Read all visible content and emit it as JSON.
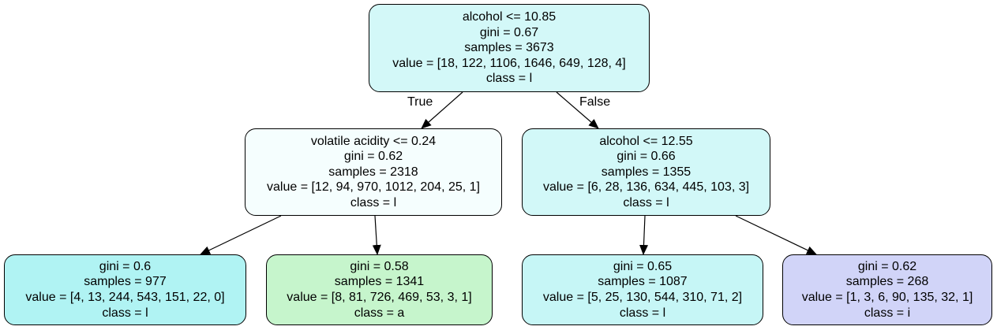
{
  "colors": {
    "node_root": "#d3f8f8",
    "node_left": "#f5fefe",
    "node_right": "#d2f8f8",
    "leaf_1": "#b0f3f3",
    "leaf_2": "#c6f5cc",
    "leaf_3": "#c6f6f6",
    "leaf_4": "#d1d4f8",
    "edge": "#000000"
  },
  "edges": {
    "true_label": "True",
    "false_label": "False"
  },
  "nodes": {
    "root": {
      "condition": "alcohol <= 10.85",
      "gini": "gini = 0.67",
      "samples": "samples = 3673",
      "value": "value = [18, 122, 1106, 1646, 649, 128, 4]",
      "class": "class = l"
    },
    "left": {
      "condition": "volatile acidity <= 0.24",
      "gini": "gini = 0.62",
      "samples": "samples = 2318",
      "value": "value = [12, 94, 970, 1012, 204, 25, 1]",
      "class": "class = l"
    },
    "right": {
      "condition": "alcohol <= 12.55",
      "gini": "gini = 0.66",
      "samples": "samples = 1355",
      "value": "value = [6, 28, 136, 634, 445, 103, 3]",
      "class": "class = l"
    },
    "leaf_ll": {
      "gini": "gini = 0.6",
      "samples": "samples = 977",
      "value": "value = [4, 13, 244, 543, 151, 22, 0]",
      "class": "class = l"
    },
    "leaf_lr": {
      "gini": "gini = 0.58",
      "samples": "samples = 1341",
      "value": "value = [8, 81, 726, 469, 53, 3, 1]",
      "class": "class = a"
    },
    "leaf_rl": {
      "gini": "gini = 0.65",
      "samples": "samples = 1087",
      "value": "value = [5, 25, 130, 544, 310, 71, 2]",
      "class": "class = l"
    },
    "leaf_rr": {
      "gini": "gini = 0.62",
      "samples": "samples = 268",
      "value": "value = [1, 3, 6, 90, 135, 32, 1]",
      "class": "class = i"
    }
  }
}
